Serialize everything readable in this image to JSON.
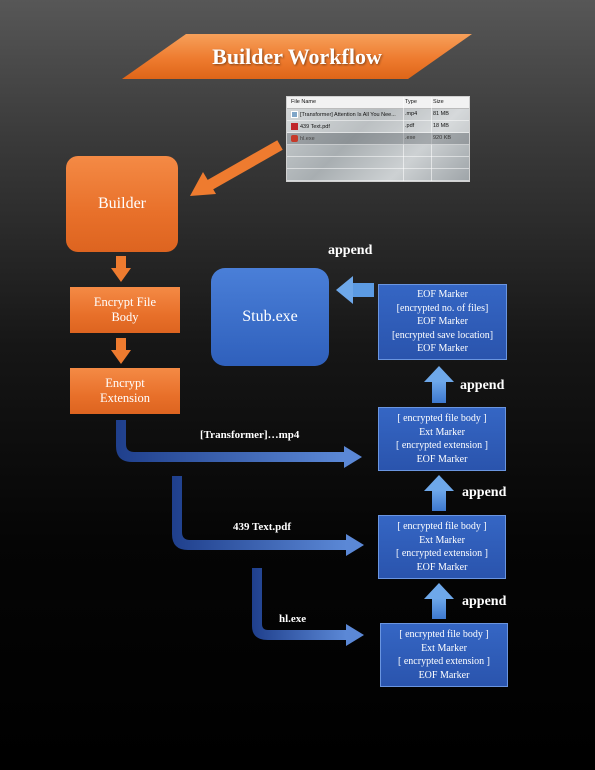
{
  "title": "Builder Workflow",
  "file_table": {
    "headers": [
      "File Name",
      "Type",
      "Size"
    ],
    "rows": [
      {
        "name": "[Transformer] Attention Is All You Nee...",
        "type": ".mp4",
        "size": "81 MB",
        "icon": "video-file-icon"
      },
      {
        "name": "439 Text.pdf",
        "type": ".pdf",
        "size": "18 MB",
        "icon": "pdf-file-icon"
      },
      {
        "name": "hl.exe",
        "type": ".exe",
        "size": "920 KB",
        "icon": "exe-file-icon"
      }
    ]
  },
  "nodes": {
    "builder": "Builder",
    "encrypt_file_body": "Encrypt File\nBody",
    "encrypt_extension": "Encrypt\nExtension",
    "stub": "Stub.exe"
  },
  "eof_box": [
    "EOF Marker",
    "[encrypted no. of files]",
    "EOF Marker",
    "[encrypted save location]",
    "EOF Marker"
  ],
  "file_boxes": [
    [
      "[ encrypted file body ]",
      "Ext Marker",
      "[ encrypted extension ]",
      "EOF Marker"
    ],
    [
      "[ encrypted file body ]",
      "Ext Marker",
      "[ encrypted extension ]",
      "EOF Marker"
    ],
    [
      "[ encrypted file body ]",
      "Ext Marker",
      "[ encrypted extension ]",
      "EOF Marker"
    ]
  ],
  "flow_labels": [
    "[Transformer]…mp4",
    "439 Text.pdf",
    "hl.exe"
  ],
  "append_label": "append",
  "colors": {
    "orange": "#ee7b2f",
    "blue": "#2f60bc",
    "light_blue_arrow": "#5c9be3"
  }
}
